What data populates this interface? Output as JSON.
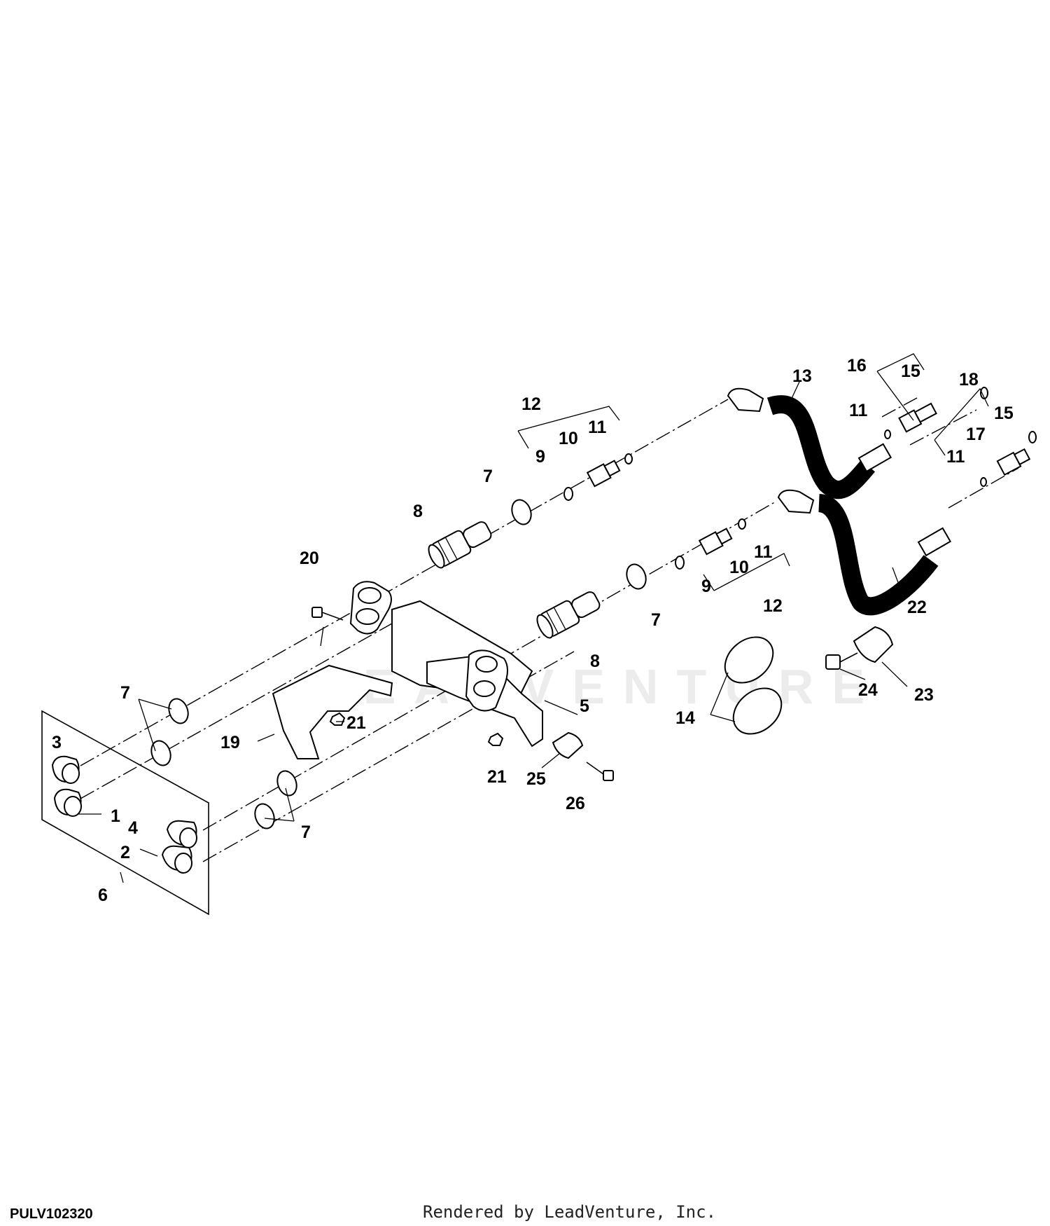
{
  "diagram": {
    "drawing_id": "PULV102320",
    "render_credit": "Rendered by LeadVenture, Inc.",
    "watermark_text": "LEADVENTURE",
    "callouts": [
      "1",
      "2",
      "3",
      "4",
      "5",
      "6",
      "7",
      "7",
      "7",
      "7",
      "8",
      "8",
      "9",
      "9",
      "10",
      "10",
      "11",
      "11",
      "11",
      "11",
      "12",
      "12",
      "13",
      "14",
      "15",
      "15",
      "16",
      "17",
      "18",
      "19",
      "20",
      "21",
      "21",
      "22",
      "23",
      "24",
      "25",
      "26"
    ]
  }
}
